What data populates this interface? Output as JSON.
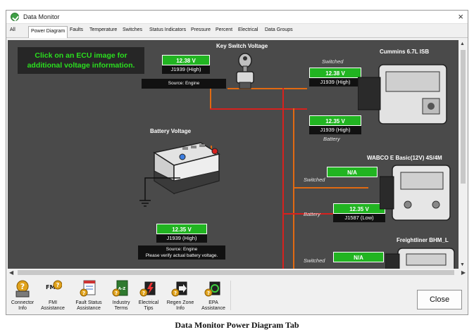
{
  "window": {
    "title": "Data Monitor",
    "close_glyph": "×"
  },
  "tabs": [
    {
      "label": "All",
      "active": false
    },
    {
      "label": "Power Diagram",
      "active": true
    },
    {
      "label": "Faults",
      "active": false
    },
    {
      "label": "Temperature",
      "active": false
    },
    {
      "label": "Switches",
      "active": false
    },
    {
      "label": "Status Indicators",
      "active": false
    },
    {
      "label": "Pressure",
      "active": false
    },
    {
      "label": "Percent",
      "active": false
    },
    {
      "label": "Electrical",
      "active": false
    },
    {
      "label": "Data Groups",
      "active": false
    }
  ],
  "diagram": {
    "hint_line1": "Click on an ECU image for",
    "hint_line2": "additional voltage information.",
    "key_switch": {
      "title": "Key Switch Voltage",
      "value": "12.38 V",
      "protocol": "J1939 (High)",
      "source": "Source: Engine"
    },
    "battery": {
      "title": "Battery Voltage",
      "value": "12.35 V",
      "protocol": "J1939 (High)",
      "source_line1": "Source: Engine",
      "source_line2": "Please verify actual battery voltage."
    },
    "ecus": [
      {
        "name": "Cummins 6.7L ISB",
        "switched_label": "Switched",
        "switched_value": "12.38 V",
        "switched_protocol": "J1939 (High)",
        "battery_label": "Battery",
        "battery_value": "12.35 V",
        "battery_protocol": "J1939 (High)"
      },
      {
        "name": "WABCO E Basic(12V) 4S/4M",
        "switched_label": "Switched",
        "switched_value": "N/A",
        "battery_label": "Battery",
        "battery_value": "12.35 V",
        "battery_protocol": "J1587 (Low)"
      },
      {
        "name": "Freightliner BHM_L",
        "switched_label": "Switched",
        "switched_value": "N/A"
      }
    ]
  },
  "toolbar": {
    "items": [
      {
        "line1": "Connector",
        "line2": "Info",
        "icon": "connector-info-icon"
      },
      {
        "line1": "FMI",
        "line2": "Assistance",
        "icon": "fmi-assistance-icon"
      },
      {
        "line1": "Fault Status",
        "line2": "Assistance",
        "icon": "fault-status-icon"
      },
      {
        "line1": "Industry",
        "line2": "Terms",
        "icon": "industry-terms-icon",
        "badge": "A-Z"
      },
      {
        "line1": "Electrical",
        "line2": "Tips",
        "icon": "electrical-tips-icon"
      },
      {
        "line1": "Regen Zone",
        "line2": "Info",
        "icon": "regen-zone-icon"
      },
      {
        "line1": "EPA",
        "line2": "Assistance",
        "icon": "epa-assistance-icon"
      }
    ],
    "close_label": "Close"
  },
  "caption": "Data Monitor Power Diagram Tab",
  "colors": {
    "canvas_bg": "#4a4a4a",
    "value_green": "#21b421",
    "hint_green": "#2bdf1f",
    "wire_orange": "#e16a12",
    "wire_red": "#d7211e"
  }
}
